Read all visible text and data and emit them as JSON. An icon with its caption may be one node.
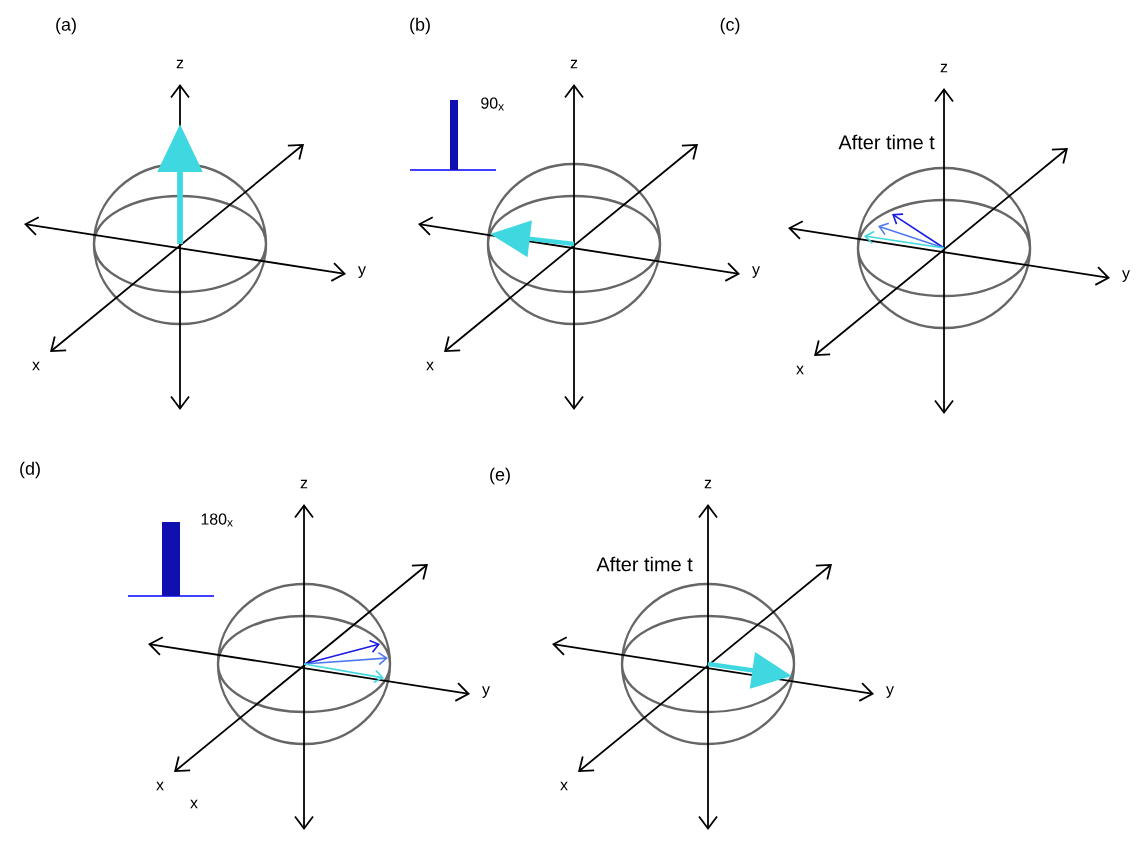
{
  "diagram": {
    "labels": [
      "(a)",
      "z",
      "y",
      "x",
      "(b)",
      "90$_{x}$",
      "z",
      "y",
      "x",
      "(c)",
      "After time t",
      "z",
      "y",
      "x",
      "(d)",
      "180$_{x}$",
      "z",
      "y",
      "x",
      "x",
      "(e)",
      "After time t",
      "z",
      "y",
      "x"
    ]
  }
}
